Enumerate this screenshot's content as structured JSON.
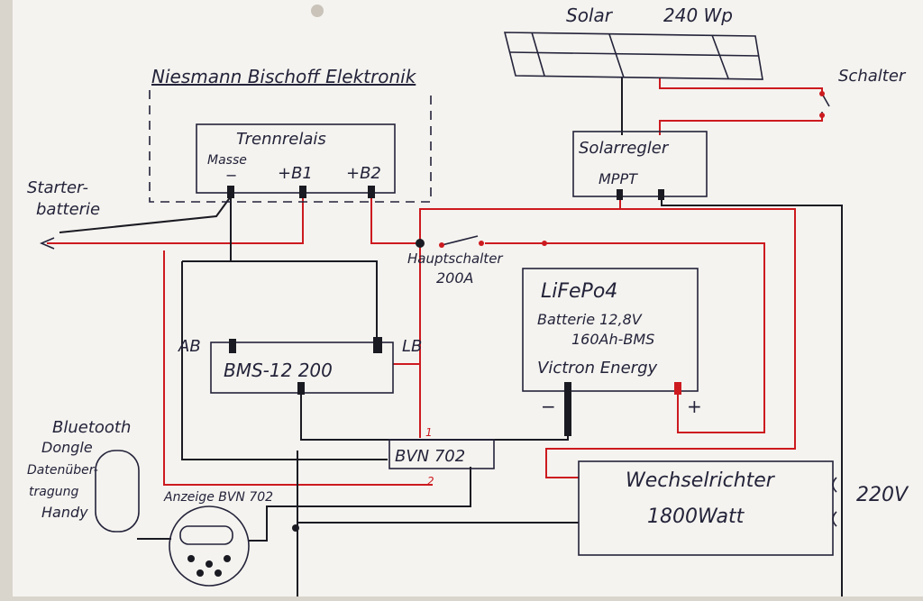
{
  "diagram": {
    "header": {
      "company": "Niesmann Bischoff Elektronik",
      "solar": "Solar",
      "solar_power": "240 Wp",
      "switch": "Schalter"
    },
    "components": {
      "relay_title": "Trennrelais",
      "relay_ground": "Masse",
      "relay_minus": "−",
      "relay_b1": "+B1",
      "relay_b2": "+B2",
      "starter_line1": "Starter-",
      "starter_line2": "batterie",
      "regulator_line1": "Solarregler",
      "regulator_line2": "MPPT",
      "main_switch_line1": "Hauptschalter",
      "main_switch_line2": "200A",
      "battery_line1": "LiFePo4",
      "battery_line2": "Batterie 12,8V",
      "battery_line3": "160Ah-BMS",
      "battery_line4": "Victron Energy",
      "battery_minus": "−",
      "battery_plus": "+",
      "bms_label": "BMS-12 200",
      "bms_ab": "AB",
      "bms_lb": "LB",
      "bvn_label": "BVN 702",
      "bvn_pin1": "1",
      "bvn_pin2": "2",
      "bluetooth_line1": "Bluetooth",
      "bluetooth_line2": "Dongle",
      "bluetooth_line3": "Datenüber-",
      "bluetooth_line4": "tragung",
      "bluetooth_line5": "Handy",
      "display_label": "Anzeige BVN 702",
      "inverter_line1": "Wechselrichter",
      "inverter_line2": "1800Watt",
      "ac_label": "220V"
    },
    "colors": {
      "paper": "#f5f3ef",
      "ink": "#23233a",
      "wire_red": "#cc1a1f",
      "wire_black": "#1a1a22"
    }
  }
}
